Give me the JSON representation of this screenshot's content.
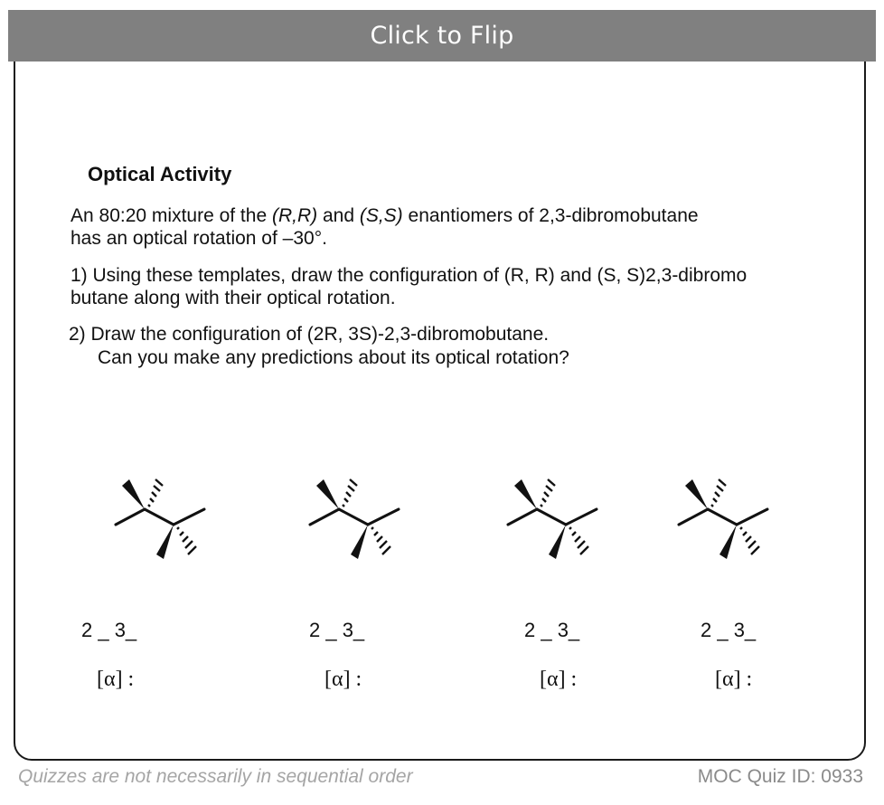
{
  "flip_label": "Click to Flip",
  "title": "Optical Activity",
  "intro": {
    "line1_pre": "An 80:20 mixture of the ",
    "line1_rr": "(R,R)",
    "line1_and": " and ",
    "line1_ss": "(S,S)",
    "line1_post": " enantiomers of 2,3-dibromobutane",
    "line2": "has an optical rotation of –30°."
  },
  "question1": {
    "line1": "1) Using these templates, draw the configuration of (R, R) and (S, S)2,3-dibromo",
    "line2": "butane along with their optical rotation."
  },
  "question2": {
    "line1": "2) Draw the configuration of (2R, 3S)-2,3-dibromobutane.",
    "line2": "Can you make any predictions about its optical rotation?"
  },
  "templates": [
    {
      "config_label": "2 _ 3_",
      "rotation_label": "[α] :"
    },
    {
      "config_label": "2 _ 3_",
      "rotation_label": "[α] :"
    },
    {
      "config_label": "2 _ 3_",
      "rotation_label": "[α] :"
    },
    {
      "config_label": "2 _ 3_",
      "rotation_label": "[α] :"
    }
  ],
  "footer": {
    "note": "Quizzes are not necessarily in sequential order",
    "quiz_id": "MOC Quiz ID: 0933"
  }
}
